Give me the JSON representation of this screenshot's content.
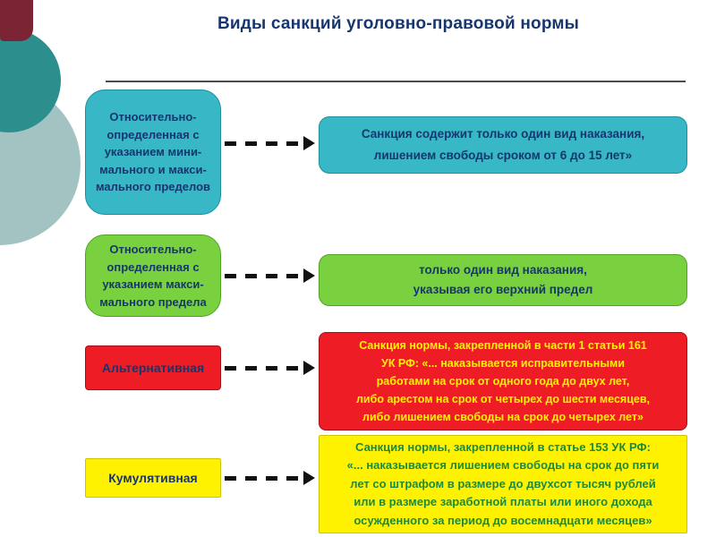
{
  "slide": {
    "title": "Виды санкций уголовно-правовой нормы"
  },
  "colors": {
    "title_text": "#17366e",
    "teal_box": "#38b7c6",
    "green_box": "#79d13f",
    "red_box": "#ee1c24",
    "yellow_box": "#fff200",
    "navy_text": "#17366e",
    "red_box_description_text": "#fff200",
    "yellow_box_description_text": "#1d8a3c",
    "corner_accent": "#7b2433",
    "circle_dark": "#2d8e8e",
    "circle_light": "#a3c3c3"
  },
  "rows": [
    {
      "type": "Относительно-\nопределенная с\nуказанием мини-\nмального и макси-\nмального пределов",
      "description": "Санкция содержит только один вид наказания,\nлишением свободы сроком от 6 до 15 лет»"
    },
    {
      "type": "Относительно-\nопределенная с\nуказанием макси-\nмального предела",
      "description": "только один вид наказания,\nуказывая его верхний предел"
    },
    {
      "type": "Альтернативная",
      "description": "Санкция нормы, закрепленной в части 1 статьи 161\nУК РФ: «... наказывается исправительными\nработами на срок от одного года до двух лет,\nлибо арестом на срок от четырех до шести месяцев,\nлибо лишением свободы на срок до четырех лет»"
    },
    {
      "type": "Кумулятивная",
      "description": "Санкция нормы, закрепленной в статье 153 УК РФ:\n«... наказывается лишением свободы на срок до пяти\nлет со штрафом в размере до двухсот тысяч рублей\nили в размере заработной платы или иного дохода\nосужденного за период до восемнадцати месяцев»"
    }
  ]
}
